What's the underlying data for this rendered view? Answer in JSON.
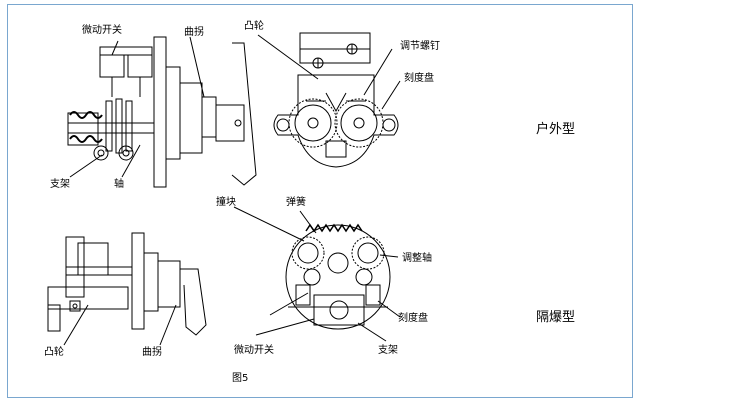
{
  "labels": {
    "top_left": {
      "micro_switch": "微动开关",
      "crank": "曲拐",
      "cam": "凸轮",
      "adjust_screw": "调节螺钉",
      "dial": "刻度盘",
      "bracket": "支架",
      "shaft": "轴"
    },
    "bottom": {
      "block": "撞块",
      "spring": "弹簧",
      "adjust_shaft": "调整轴",
      "cam": "凸轮",
      "crank": "曲拐",
      "micro_switch": "微动开关",
      "bracket": "支架",
      "dial": "刻度盘"
    },
    "figure_caption": "图5"
  },
  "types": {
    "outdoor": "户外型",
    "explosion_proof": "隔爆型"
  }
}
